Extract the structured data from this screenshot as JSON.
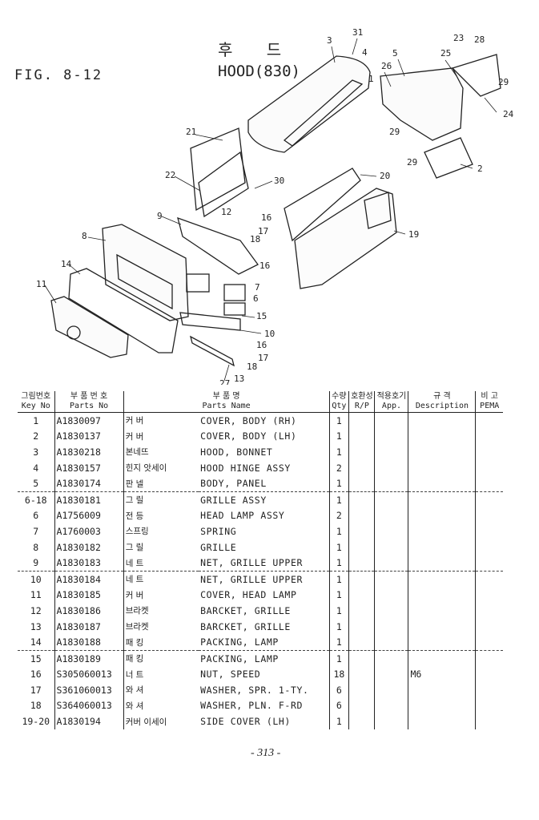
{
  "figure_label": "FIG. 8-12",
  "title_korean": "후 드",
  "title_english": "HOOD(830)",
  "callouts": [
    "31",
    "3",
    "4",
    "23",
    "28",
    "5",
    "25",
    "26",
    "1",
    "29",
    "24",
    "29",
    "21",
    "29",
    "2",
    "22",
    "30",
    "20",
    "12",
    "16",
    "9",
    "17",
    "18",
    "8",
    "16",
    "19",
    "14",
    "7",
    "6",
    "11",
    "15",
    "10",
    "16",
    "17",
    "18",
    "27",
    "13"
  ],
  "headers": {
    "key_kr": "그림번호",
    "key_en": "Key No",
    "part_kr": "부 품 번 호",
    "part_en": "Parts No",
    "name_kr": "부 품 명",
    "name_en": "Parts Name",
    "qty_kr": "수량",
    "qty_en": "Qty",
    "rp_kr": "호환성",
    "rp_en": "R/P",
    "app_kr": "적용호기",
    "app_en": "App.",
    "desc_kr": "규 격",
    "desc_en": "Description",
    "rem_kr": "비 고",
    "rem_en": "PEMA"
  },
  "rows": [
    {
      "key": "1",
      "part": "A1830097",
      "kname": "커 버",
      "name": "COVER, BODY (RH)",
      "qty": "1",
      "desc": ""
    },
    {
      "key": "2",
      "part": "A1830137",
      "kname": "커 버",
      "name": "COVER, BODY (LH)",
      "qty": "1",
      "desc": ""
    },
    {
      "key": "3",
      "part": "A1830218",
      "kname": "본네뜨",
      "name": "HOOD, BONNET",
      "qty": "1",
      "desc": ""
    },
    {
      "key": "4",
      "part": "A1830157",
      "kname": "힌지 앗세이",
      "name": "HOOD HINGE ASSY",
      "qty": "2",
      "desc": ""
    },
    {
      "key": "5",
      "part": "A1830174",
      "kname": "판 넬",
      "name": "BODY, PANEL",
      "qty": "1",
      "desc": ""
    },
    {
      "key": "6-18",
      "part": "A1830181",
      "kname": "그 릴",
      "name": "GRILLE ASSY",
      "qty": "1",
      "desc": ""
    },
    {
      "key": "6",
      "part": "A1756009",
      "kname": "전 등",
      "name": "HEAD LAMP ASSY",
      "qty": "2",
      "desc": ""
    },
    {
      "key": "7",
      "part": "A1760003",
      "kname": "스프링",
      "name": "SPRING",
      "qty": "1",
      "desc": ""
    },
    {
      "key": "8",
      "part": "A1830182",
      "kname": "그 릴",
      "name": "GRILLE",
      "qty": "1",
      "desc": ""
    },
    {
      "key": "9",
      "part": "A1830183",
      "kname": "네 트",
      "name": "NET, GRILLE UPPER",
      "qty": "1",
      "desc": ""
    },
    {
      "key": "10",
      "part": "A1830184",
      "kname": "네 트",
      "name": "NET, GRILLE UPPER",
      "qty": "1",
      "desc": ""
    },
    {
      "key": "11",
      "part": "A1830185",
      "kname": "커 버",
      "name": "COVER, HEAD LAMP",
      "qty": "1",
      "desc": ""
    },
    {
      "key": "12",
      "part": "A1830186",
      "kname": "브라켓",
      "name": "BARCKET, GRILLE",
      "qty": "1",
      "desc": ""
    },
    {
      "key": "13",
      "part": "A1830187",
      "kname": "브라켓",
      "name": "BARCKET, GRILLE",
      "qty": "1",
      "desc": ""
    },
    {
      "key": "14",
      "part": "A1830188",
      "kname": "패 킹",
      "name": "PACKING, LAMP",
      "qty": "1",
      "desc": ""
    },
    {
      "key": "15",
      "part": "A1830189",
      "kname": "패 킹",
      "name": "PACKING, LAMP",
      "qty": "1",
      "desc": ""
    },
    {
      "key": "16",
      "part": "S305060013",
      "kname": "너 트",
      "name": "NUT, SPEED",
      "qty": "18",
      "desc": "M6"
    },
    {
      "key": "17",
      "part": "S361060013",
      "kname": "와 셔",
      "name": "WASHER, SPR. 1-TY.",
      "qty": "6",
      "desc": ""
    },
    {
      "key": "18",
      "part": "S364060013",
      "kname": "와 셔",
      "name": "WASHER, PLN. F-RD",
      "qty": "6",
      "desc": ""
    },
    {
      "key": "19-20",
      "part": "A1830194",
      "kname": "커버 이세이",
      "name": "SIDE COVER (LH)",
      "qty": "1",
      "desc": ""
    }
  ],
  "page_number": "- 313 -"
}
